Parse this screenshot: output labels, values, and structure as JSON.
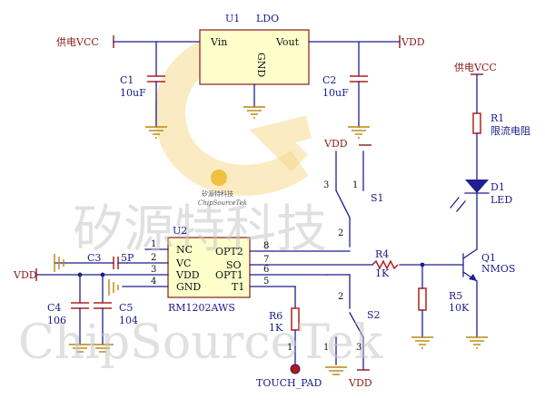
{
  "ldo": {
    "ref": "U1",
    "type": "LDO",
    "vin": "Vin",
    "vout": "Vout",
    "gnd": "GND"
  },
  "power": {
    "vin_net": "供电VCC",
    "vdd": "VDD"
  },
  "c1": {
    "ref": "C1",
    "value": "10uF"
  },
  "c2": {
    "ref": "C2",
    "value": "10uF"
  },
  "r1": {
    "ref": "R1",
    "desc": "限流电阻"
  },
  "d1": {
    "ref": "D1",
    "desc": "LED"
  },
  "q1": {
    "ref": "Q1",
    "desc": "NMOS"
  },
  "r5": {
    "ref": "R5",
    "value": "10K"
  },
  "r4": {
    "ref": "R4",
    "value": "1K"
  },
  "r6": {
    "ref": "R6",
    "value": "1K"
  },
  "s1": {
    "ref": "S1"
  },
  "s2": {
    "ref": "S2"
  },
  "u2": {
    "ref": "U2",
    "part": "RM1202AWS",
    "left_pins": [
      {
        "num": "1",
        "name": "NC"
      },
      {
        "num": "2",
        "name": "VC"
      },
      {
        "num": "3",
        "name": "VDD"
      },
      {
        "num": "4",
        "name": "GND"
      }
    ],
    "right_pins": [
      {
        "num": "8",
        "name": "OPT2"
      },
      {
        "num": "7",
        "name": "SO"
      },
      {
        "num": "6",
        "name": "OPT1"
      },
      {
        "num": "5",
        "name": "T1"
      }
    ]
  },
  "c3": {
    "ref": "C3",
    "value": "5P"
  },
  "c4": {
    "ref": "C4",
    "value": "106"
  },
  "c5": {
    "ref": "C5",
    "value": "104"
  },
  "touch_pad": "TOUCH_PAD",
  "switch_pins": {
    "p1": "1",
    "p2": "2",
    "p3": "3"
  },
  "watermark": {
    "big": "矽源特科技",
    "latin": "ChipSourceTek",
    "logo_cn": "矽源特科技",
    "logo_en": "ChipSourceTek"
  }
}
